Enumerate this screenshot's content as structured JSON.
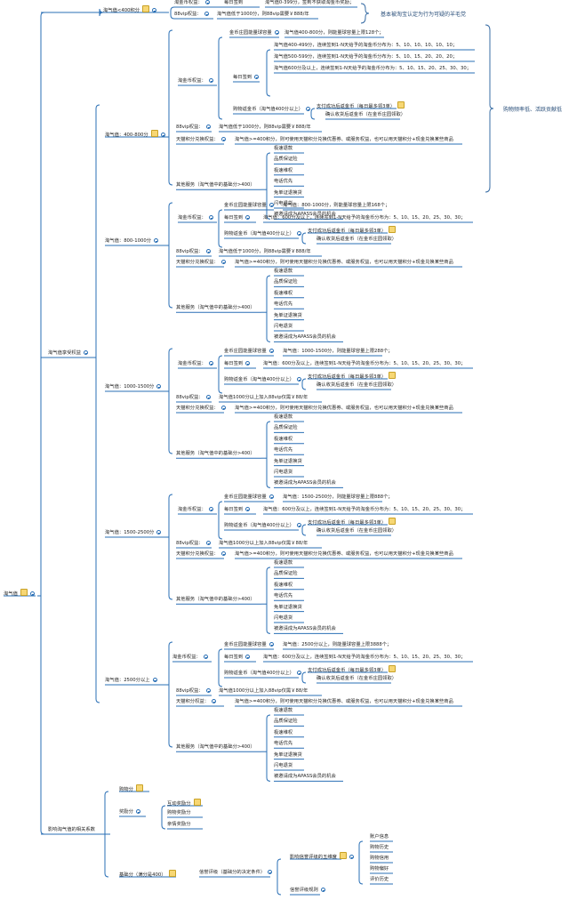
{
  "root": {
    "label": "淘气值"
  },
  "side_labels": {
    "top": "基本被淘宝认定为行为可疑的羊毛党",
    "right": "购物频率低、活跃贡献低"
  },
  "l1": [
    {
      "label": "淘气值<400积分"
    },
    {
      "label": "淘气值享受权益"
    },
    {
      "label": "影响淘气值的相关系数"
    }
  ],
  "under400": [
    {
      "label": "淘金币权益：",
      "children": [
        "每日签到",
        "淘气值0-399分，签到不获取淘金币奖励；"
      ]
    },
    {
      "label": "88vip权益：",
      "children": [
        "淘气值低于1000分，则88vip需要￥888/年"
      ]
    }
  ],
  "tiers": [
    {
      "label": "淘气值：400-800分",
      "coin": "淘金币权益：",
      "coin_rows": [
        "金币庄园能量球容量",
        "淘气值400-800分，则能量球容量上限128个；",
        "每日签到",
        "淘气值400-499分，连续签到1-N天给予的淘金币分布为：5、10、10、10、10、10；",
        "淘气值500-599分，连续签到1-N天给予的淘金币分布为：5、10、15、20、20、20；",
        "淘气值600分及以上，连续签到1-N天给予的淘金币分布为：5、10、15、20、25、30、30；",
        "购物返金币（淘气值400分以上）",
        "支付成功后返金币（每日最多领3单）",
        "确认收货后返金币（在金币庄园领取）"
      ],
      "vip": "88vip权益：",
      "vip_text": "淘气值低于1000分，则88vip需要￥888/年",
      "tmall": "天猫积分兑换权益：",
      "tmall_text": "淘气值>=400积分，则可使用天猫积分兑换优惠券、或服务权益，也可以用天猫积分+现金兑换某些商品",
      "other": "其他服务（淘气值中的基础分>400）",
      "other_items": [
        "极速退款",
        "品质保证险",
        "极速维权",
        "电话优先",
        "免单证退换货",
        "闪电退货",
        "被邀请成为APASS会员的机会"
      ]
    },
    {
      "label": "淘气值：800-1000分",
      "coin": "淘金币权益：",
      "coin_rows": [
        "金币庄园能量球容量",
        "淘气值：800-1000分，则能量球容量上限168个；",
        "每日签到",
        "淘气值：600分及以上，连续签到1-N天给予的淘金币分布为：5、10、15、20、25、30、30；",
        "购物返金币（淘气值400分以上）",
        "支付成功后返金币（每日最多领3单）",
        "确认收货后返金币（在金币庄园领取）"
      ],
      "vip": "88vip权益：",
      "vip_text": "淘气值低于1000分，则88vip需要￥888/年",
      "tmall": "天猫积分兑换权益：",
      "tmall_text": "淘气值>=400积分，则可使用天猫积分兑换优惠券、或服务权益，也可以用天猫积分+现金兑换某些商品",
      "other": "其他服务（淘气值中的基础分>400）",
      "other_items": [
        "极速退款",
        "品质保证险",
        "极速维权",
        "电话优先",
        "免单证退换货",
        "闪电退货",
        "被邀请成为APASS会员的机会"
      ]
    },
    {
      "label": "淘气值：1000-1500分",
      "coin": "淘金币权益：",
      "coin_rows": [
        "金币庄园能量球容量",
        "淘气值：1000-1500分，则能量球容量上限288个；",
        "每日签到",
        "淘气值：600分及以上，连续签到1-N天给予的淘金币分布为：5、10、15、20、25、30、30；",
        "购物返金币（淘气值400分以上）",
        "支付成功后返金币（每日最多领3单）",
        "确认收货后返金币（在金币庄园领取）"
      ],
      "vip": "88vip权益：",
      "vip_text": "淘气值1000分以上加入88vip仅需￥88/年",
      "tmall": "天猫积分兑换权益：",
      "tmall_text": "淘气值>=400积分，则可使用天猫积分兑换优惠券、或服务权益，也可以用天猫积分+现金兑换某些商品",
      "other": "其他服务（淘气值中的基础分>400）",
      "other_items": [
        "极速退款",
        "品质保证险",
        "极速维权",
        "电话优先",
        "免单证退换货",
        "闪电退货",
        "被邀请成为APASS会员的机会"
      ]
    },
    {
      "label": "淘气值：1500-2500分",
      "coin": "淘金币权益：",
      "coin_rows": [
        "金币庄园能量球容量",
        "淘气值：1500-2500分，则能量球容量上限888个；",
        "每日签到",
        "淘气值：600分及以上，连续签到1-N天给予的淘金币分布为：5、10、15、20、25、30、30；",
        "购物返金币（淘气值400分以上）",
        "支付成功后返金币（每日最多领3单）",
        "确认收货后返金币（在金币庄园领取）"
      ],
      "vip": "88vip权益：",
      "vip_text": "淘气值1000分以上加入88vip仅需￥88/年",
      "tmall": "天猫积分兑换权益：",
      "tmall_text": "淘气值>=400积分，则可使用天猫积分兑换优惠券、或服务权益，也可以用天猫积分+现金兑换某些商品",
      "other": "其他服务（淘气值中的基础分>400）",
      "other_items": [
        "极速退款",
        "品质保证险",
        "极速维权",
        "电话优先",
        "免单证退换货",
        "闪电退货",
        "被邀请成为APASS会员的机会"
      ]
    },
    {
      "label": "淘气值：2500分以上",
      "coin": "淘金币权益：",
      "coin_rows": [
        "金币庄园能量球容量",
        "淘气值：2500分以上，则能量球容量上限3888个；",
        "每日签到",
        "淘气值：600分及以上，连续签到1-N天给予的淘金币分布为：5、10、15、20、25、30、30；",
        "购物返金币（淘气值400分以上）",
        "支付成功后返金币（每日最多领3单）",
        "确认收货后返金币（在金币庄园领取）"
      ],
      "vip": "88vip权益：",
      "vip_text": "淘气值1000分以上加入88vip仅需￥88/年",
      "tmall": "天猫积分权益：",
      "tmall_text": "淘气值>=400积分，则可使用天猫积分兑换优惠券、或服务权益，也可以用天猫积分+现金兑换某些商品",
      "other": "其他服务（淘气值中的基础分>400）",
      "other_items": [
        "极速退款",
        "品质保证险",
        "极速维权",
        "电话优先",
        "免单证退换货",
        "闪电退货",
        "被邀请成为APASS会员的机会"
      ]
    }
  ],
  "factors": {
    "shopping": "购物分",
    "reward": "奖励分",
    "reward_items": [
      "互动奖励分",
      "购物奖励分",
      "亲情奖励分"
    ],
    "base": "基础分（满分是400）",
    "base_child": "信誉评级（基础分的决定条件）",
    "dims": "影响信誉评级的五维度",
    "dim_items": [
      "账户信息",
      "购物历史",
      "购物信用",
      "购物偏好",
      "评价历史"
    ],
    "rating": "信誉评级规则"
  },
  "colors": {
    "line": "#2a6fb5",
    "note": "#f7d774"
  }
}
